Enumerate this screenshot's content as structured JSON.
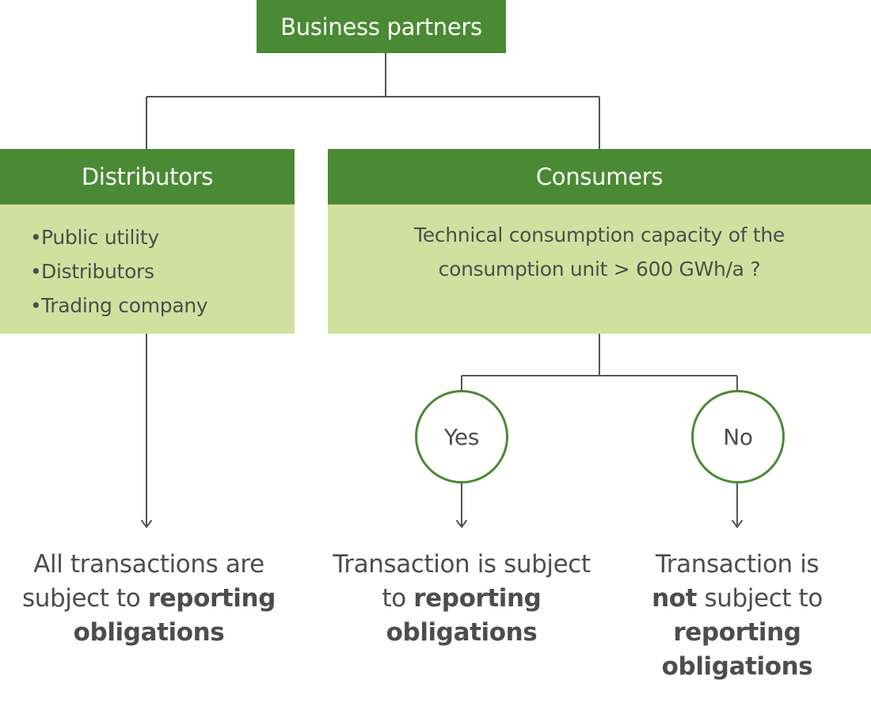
{
  "root": {
    "label": "Business partners"
  },
  "distributors": {
    "title": "Distributors",
    "items": [
      "Public utility",
      "Distributors",
      "Trading company"
    ],
    "bullet": "•"
  },
  "consumers": {
    "title": "Consumers",
    "question_line1": "Technical consumption capacity of the",
    "question_line2": "consumption unit > 600 GWh/a ?"
  },
  "decision": {
    "yes": "Yes",
    "no": "No"
  },
  "outcomes": {
    "distributors": {
      "line1": "All transactions are",
      "line2_pre": "subject to ",
      "line2_bold": "reporting",
      "line3_bold": "obligations"
    },
    "yes": {
      "line1": "Transaction is subject",
      "line2_pre": "to ",
      "line2_bold": "reporting",
      "line3_bold": "obligations"
    },
    "no": {
      "line1": "Transaction is",
      "line2_bold": "not",
      "line2_post": " subject to",
      "line3_bold": "reporting",
      "line4_bold": "obligations"
    }
  },
  "colors": {
    "header_green": "#4a8a34",
    "light_green": "#d2e09f",
    "connector_gray": "#555555",
    "text_gray": "#4d4d4d"
  }
}
